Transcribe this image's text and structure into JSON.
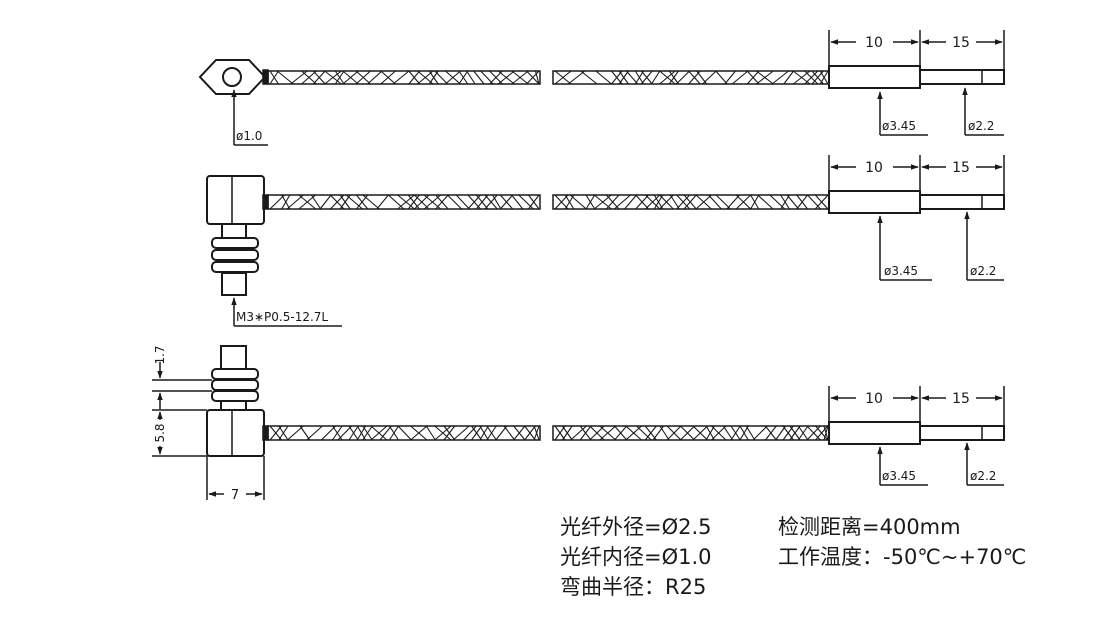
{
  "labels": {
    "fiber_inner_dia": "ø1.0",
    "thread_spec": "M3∗P0.5-12.7L",
    "tip_length_1": "10",
    "tip_length_2": "15",
    "sleeve_dia": "ø3.45",
    "tip_dia": "ø2.2",
    "nut_thickness": "1.7",
    "body_height": "5.8",
    "body_width": "7"
  },
  "specs": {
    "left": [
      "光纤外径=Ø2.5",
      "光纤内径=Ø1.0",
      "弯曲半径：R25"
    ],
    "right": [
      "检测距离=400mm",
      "工作温度：-50℃~+70℃"
    ]
  },
  "colors": {
    "line": "#1a1a1a",
    "background": "#ffffff"
  }
}
